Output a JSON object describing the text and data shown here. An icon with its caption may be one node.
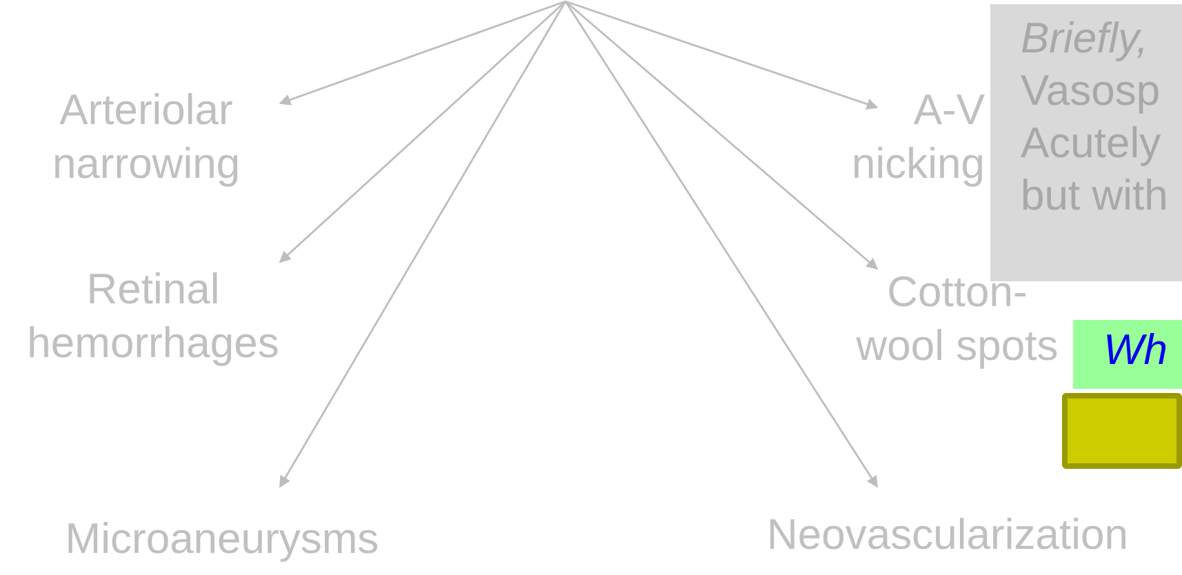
{
  "diagram": {
    "nodes": [
      {
        "text": [
          "Arteriolar narrowing"
        ]
      },
      {
        "text": [
          "A-V nicking"
        ]
      },
      {
        "text": [
          "Retinal hemorrhages"
        ]
      },
      {
        "text": [
          "Cotton-wool spots"
        ]
      },
      {
        "text": [
          "Microaneurysms"
        ]
      },
      {
        "text": [
          "Neovascularization"
        ]
      },
      {
        "text": [
          "Briefly,",
          "Vasosp",
          "Acutely",
          "but with"
        ]
      },
      {
        "text": [
          "Wh"
        ]
      },
      {
        "text": [],
        "shape": "box"
      }
    ],
    "edges": [
      {
        "from": null,
        "to": 0,
        "arrow": "to"
      },
      {
        "from": null,
        "to": 2,
        "arrow": "to"
      },
      {
        "from": null,
        "to": 4,
        "arrow": "to"
      },
      {
        "from": null,
        "to": 5,
        "arrow": "to"
      },
      {
        "from": null,
        "to": 3,
        "arrow": "to"
      },
      {
        "from": null,
        "to": 1,
        "arrow": "to"
      }
    ]
  }
}
